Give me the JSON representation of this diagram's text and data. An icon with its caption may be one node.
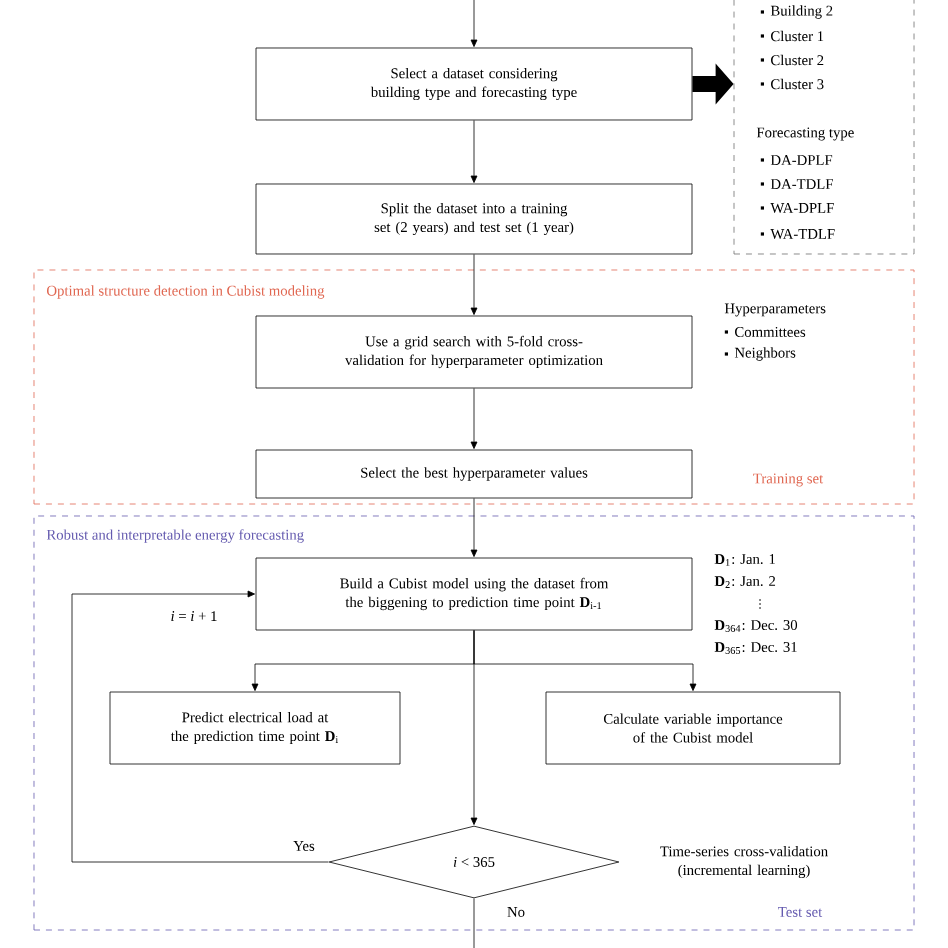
{
  "diagram": {
    "nodes": [
      {
        "text": [
          "Building 2",
          "Cluster 1",
          "Cluster 2",
          "Cluster 3",
          "Forecasting type",
          "DA-DPLF",
          "DA-TDLF",
          "WA-DPLF",
          "WA-TDLF"
        ]
      },
      {
        "text": [
          "Select a dataset considering building type and forecasting type"
        ]
      },
      {
        "text": [
          "Split the dataset into a training set (2 years) and test set (1 year)"
        ]
      },
      {
        "text": [
          "Optimal structure detection in Cubist modeling",
          "Training set"
        ]
      },
      {
        "text": [
          "Use a grid search with 5-fold cross-validation for hyperparameter optimization"
        ],
        "in": 3
      },
      {
        "text": [
          "Select the best hyperparameter values"
        ],
        "in": 3
      },
      {
        "text": [
          "Robust and interpretable energy forecasting",
          "Test set"
        ]
      },
      {
        "text": [
          "Build a Cubist model using the dataset from the biggening to prediction time point **D**$_{i-1}$"
        ],
        "in": 6
      },
      {
        "text": [
          "Predict electrical load at the prediction time point **D**$_{i}$"
        ],
        "in": 6
      },
      {
        "text": [
          "Calculate variable importance of the Cubist model"
        ],
        "in": 6
      },
      {
        "text": [
          "*i* < 365"
        ],
        "in": 6
      }
    ],
    "edges": [
      {
        "from": null,
        "to": 1,
        "arrow": "to"
      },
      {
        "from": 1,
        "to": 2,
        "arrow": "to"
      },
      {
        "from": 1,
        "to": 0,
        "arrow": "to",
        "style": "thick"
      },
      {
        "from": 2,
        "to": 4,
        "arrow": "to"
      },
      {
        "from": 4,
        "to": 5,
        "arrow": "to"
      },
      {
        "from": 5,
        "to": 7,
        "arrow": "to"
      },
      {
        "from": 7,
        "to": 8,
        "arrow": "to"
      },
      {
        "from": 7,
        "to": 9,
        "arrow": "to"
      },
      {
        "from": 7,
        "to": 10,
        "arrow": "to"
      },
      {
        "from": 10,
        "to": 7,
        "arrow": "to",
        "label": "Yes"
      },
      {
        "from": 10,
        "to": null,
        "arrow": "none",
        "label": "No"
      }
    ],
    "labels": [
      "Hyperparameters",
      "Committees",
      "Neighbors",
      "*i* = *i* + 1",
      "**D**$_{1}$: Jan. 1",
      "**D**$_{2}$: Jan. 2",
      "⋮",
      "**D**$_{364}$: Dec. 30",
      "**D**$_{365}$: Dec. 31",
      "Time-series cross-validation (incremental learning)"
    ]
  }
}
